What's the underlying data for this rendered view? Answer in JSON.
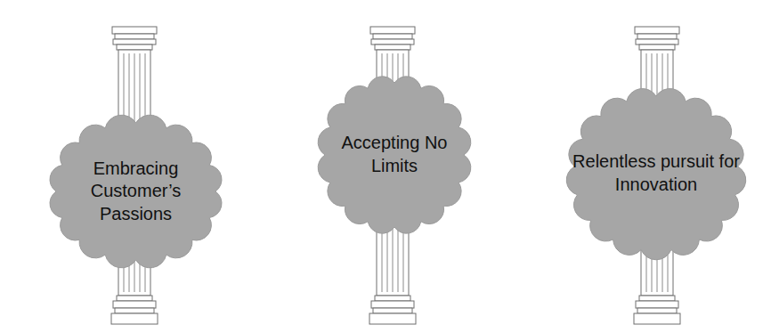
{
  "diagram": {
    "nodes": [
      {
        "text": [
          "Embracing Customer’s Passions"
        ]
      },
      {
        "text": [
          "Accepting No Limits"
        ]
      },
      {
        "text": [
          "Relentless pursuit for Innovation"
        ]
      }
    ]
  }
}
